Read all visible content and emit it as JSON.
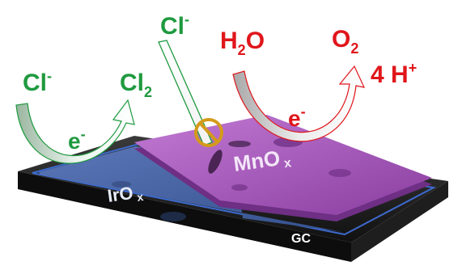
{
  "colors": {
    "green": "#1f9a3f",
    "red": "#e0161b",
    "substrate": "#141414",
    "iro_layer": "#3f5fa0",
    "mno_layer": "#a050b4",
    "forbidden": "#d49a1a"
  },
  "labels": {
    "cl_left": "Cl",
    "cl_left_sup": "-",
    "cl2": "Cl",
    "cl2_sub": "2",
    "e_left": "e",
    "e_left_sup": "-",
    "cl_top": "Cl",
    "cl_top_sup": "-",
    "h2o_h": "H",
    "h2o_sub": "2",
    "h2o_o": "O",
    "o2": "O",
    "o2_sub": "2",
    "protons": "4 H",
    "protons_sup": "+",
    "e_right": "e",
    "e_right_sup": "-",
    "mno": "MnO",
    "mno_sub": "x",
    "iro": "IrO",
    "iro_sub": "x",
    "gc": "GC"
  },
  "icons": [
    "no-entry-icon"
  ]
}
